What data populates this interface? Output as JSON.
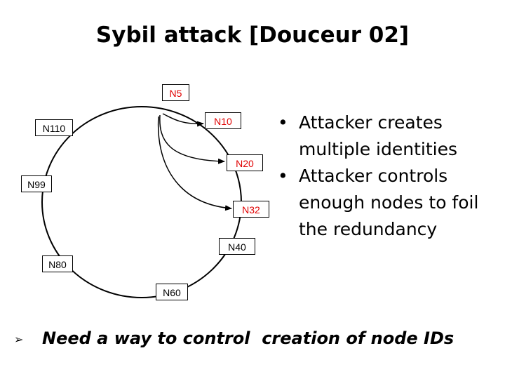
{
  "slide": {
    "title": "Sybil attack [Douceur 02]"
  },
  "diagram": {
    "nodes": {
      "n5": "N5",
      "n10": "N10",
      "n20": "N20",
      "n32": "N32",
      "n40": "N40",
      "n60": "N60",
      "n80": "N80",
      "n99": "N99",
      "n110": "N110"
    },
    "attacker_color": "#e00000"
  },
  "bullets": [
    "Attacker creates multiple identities",
    "Attacker controls enough nodes to foil the redundancy"
  ],
  "footer": {
    "text": "Need a way to control  creation of node IDs"
  }
}
